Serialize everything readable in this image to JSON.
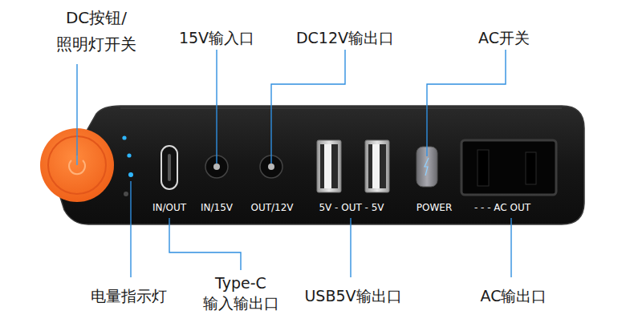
{
  "diagram": {
    "labels": [
      "DC按钮/ 照明灯开关",
      "15V输入口",
      "DC12V输出口",
      "AC开关",
      "IN/OUT",
      "IN/15V",
      "OUT/12V",
      "5V - OUT - 5V",
      "POWER",
      "- - - AC OUT",
      "电量指示灯",
      "Type-C 输入输出口",
      "USB5V输出口",
      "AC输出口"
    ]
  }
}
